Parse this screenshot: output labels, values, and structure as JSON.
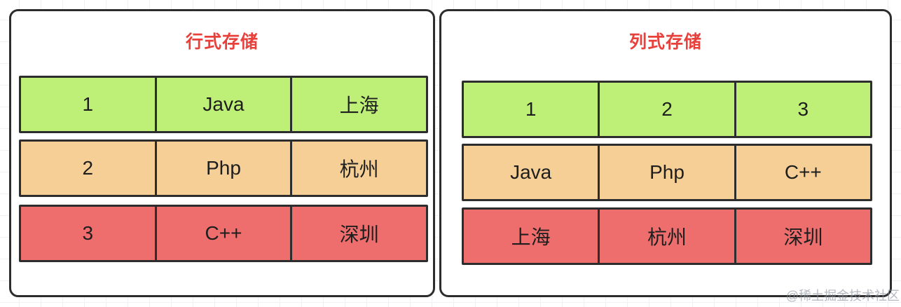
{
  "colors": {
    "green": "#bef078",
    "orange": "#f6cf96",
    "red": "#ee6e6e",
    "border": "#2d2d2d",
    "title": "#e8413c"
  },
  "panels": [
    {
      "title": "行式存储",
      "rows": [
        {
          "color": "green",
          "cells": [
            "1",
            "Java",
            "上海"
          ]
        },
        {
          "color": "orange",
          "cells": [
            "2",
            "Php",
            "杭州"
          ]
        },
        {
          "color": "red",
          "cells": [
            "3",
            "C++",
            "深圳"
          ]
        }
      ]
    },
    {
      "title": "列式存储",
      "rows": [
        {
          "color": "green",
          "cells": [
            "1",
            "2",
            "3"
          ]
        },
        {
          "color": "orange",
          "cells": [
            "Java",
            "Php",
            "C++"
          ]
        },
        {
          "color": "red",
          "cells": [
            "上海",
            "杭州",
            "深圳"
          ]
        }
      ]
    }
  ],
  "watermark": "@稀土掘金技术社区"
}
